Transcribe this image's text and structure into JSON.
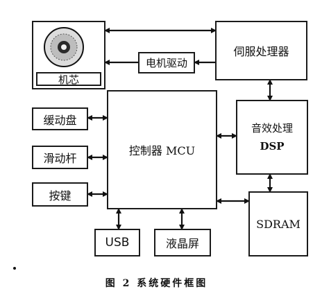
{
  "diagram": {
    "blocks": {
      "core": "机芯",
      "servo": "伺服处理器",
      "motor": "电机驱动",
      "dsp_line1": "音效处理",
      "dsp_line2": "DSP",
      "buffer": "缓动盘",
      "slider": "滑动杆",
      "keys": "按键",
      "mcu": "控制器 MCU",
      "sdram": "SDRAM",
      "usb": "USB",
      "lcd": "液晶屏"
    }
  },
  "caption": "图 2   系统硬件框图"
}
